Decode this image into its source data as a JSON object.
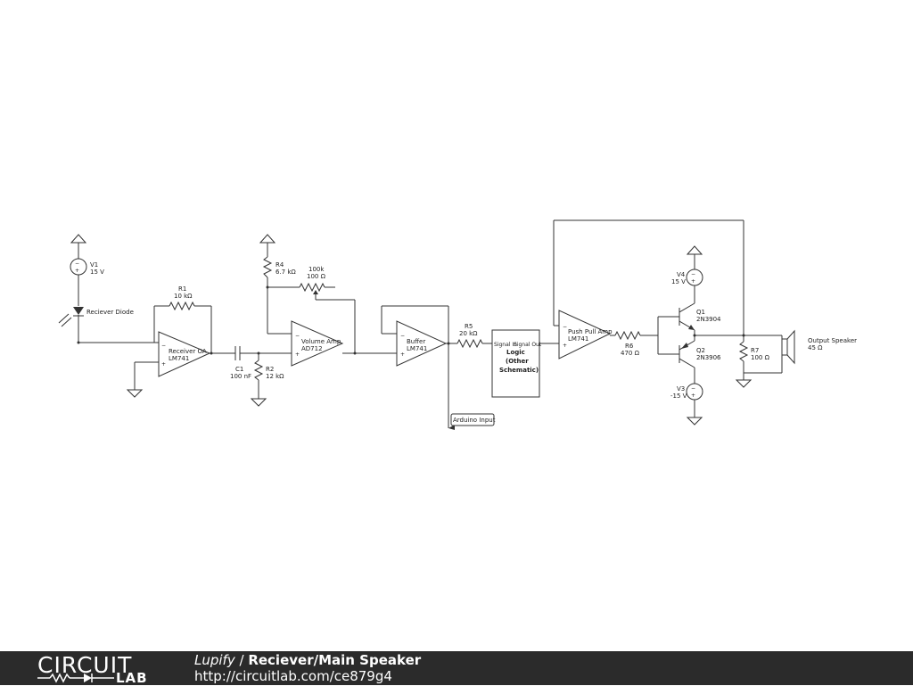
{
  "schematic": {
    "v1": {
      "name": "V1",
      "value": "15 V"
    },
    "d1": {
      "name": "Reciever Diode"
    },
    "r1": {
      "name": "R1",
      "value": "10 kΩ"
    },
    "oa1": {
      "name": "Receiver OA",
      "part": "LM741"
    },
    "c1": {
      "name": "C1",
      "value": "100 nF"
    },
    "r2": {
      "name": "R2",
      "value": "12 kΩ"
    },
    "r4": {
      "name": "R4",
      "value": "6.7 kΩ"
    },
    "pot": {
      "name": "100k",
      "value": "100 Ω"
    },
    "oa2": {
      "name": "Volume Amp",
      "part": "AD712"
    },
    "oa3": {
      "name": "Buffer",
      "part": "LM741"
    },
    "r5": {
      "name": "R5",
      "value": "20 kΩ"
    },
    "arduino": {
      "label": "Arduino Input"
    },
    "logic": {
      "in": "Signal In",
      "out": "Signal Out",
      "line1": "Logic",
      "line2": "(Other",
      "line3": "Schematic)"
    },
    "oa4": {
      "name": "Push Pull Amp",
      "part": "LM741"
    },
    "r6": {
      "name": "R6",
      "value": "470 Ω"
    },
    "v4": {
      "name": "V4",
      "value": "15 V"
    },
    "q1": {
      "name": "Q1",
      "part": "2N3904"
    },
    "q2": {
      "name": "Q2",
      "part": "2N3906"
    },
    "v3": {
      "name": "V3",
      "value": "-15 V"
    },
    "r7": {
      "name": "R7",
      "value": "100 Ω"
    },
    "spk": {
      "name": "Output Speaker",
      "value": "45 Ω"
    },
    "sym": {
      "minus": "−",
      "plus": "+"
    }
  },
  "footer": {
    "logo_top": "CIRCUIT",
    "logo_bottom": "LAB",
    "author": "Lupify",
    "separator": " / ",
    "title": "Reciever/Main Speaker",
    "url": "http://circuitlab.com/ce879g4"
  },
  "colors": {
    "footer_bg": "#2b2b2b",
    "wire": "#333333",
    "background": "#ffffff"
  }
}
